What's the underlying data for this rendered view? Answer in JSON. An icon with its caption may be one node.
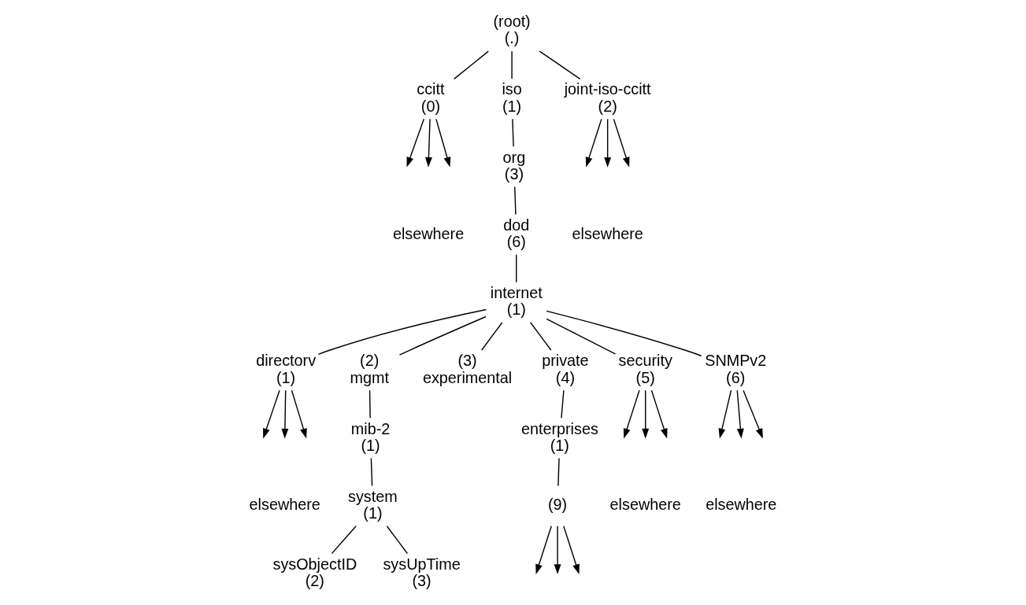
{
  "diagram": {
    "nodes": [
      {
        "text": [
          "(root)",
          "(.)"
        ]
      },
      {
        "text": [
          "ccitt",
          "(0)"
        ]
      },
      {
        "text": [
          "iso",
          "(1)"
        ]
      },
      {
        "text": [
          "joint-iso-ccitt",
          "(2)"
        ]
      },
      {
        "text": [
          "org",
          "(3)"
        ]
      },
      {
        "text": [
          "dod",
          "(6)"
        ]
      },
      {
        "text": [
          "internet",
          "(1)"
        ]
      },
      {
        "text": [
          "directorv",
          "(1)"
        ]
      },
      {
        "text": [
          "(2)",
          "mgmt"
        ]
      },
      {
        "text": [
          "(3)",
          "experimental"
        ]
      },
      {
        "text": [
          "private",
          "(4)"
        ]
      },
      {
        "text": [
          "security",
          "(5)"
        ]
      },
      {
        "text": [
          "SNMPv2",
          "(6)"
        ]
      },
      {
        "text": [
          "mib-2",
          "(1)"
        ]
      },
      {
        "text": [
          "enterprises",
          "(1)"
        ]
      },
      {
        "text": [
          "system",
          "(1)"
        ]
      },
      {
        "text": [
          "(9)"
        ]
      },
      {
        "text": [
          "sysObjectID",
          "(2)"
        ]
      },
      {
        "text": [
          "sysUpTime",
          "(3)"
        ]
      }
    ],
    "edges": [
      {
        "from": 0,
        "to": 1,
        "arrow": "none"
      },
      {
        "from": 0,
        "to": 2,
        "arrow": "none"
      },
      {
        "from": 0,
        "to": 3,
        "arrow": "none"
      },
      {
        "from": 1,
        "to": null,
        "arrow": "to"
      },
      {
        "from": 1,
        "to": null,
        "arrow": "to"
      },
      {
        "from": 1,
        "to": null,
        "arrow": "to"
      },
      {
        "from": 2,
        "to": 4,
        "arrow": "none"
      },
      {
        "from": 3,
        "to": null,
        "arrow": "to"
      },
      {
        "from": 3,
        "to": null,
        "arrow": "to"
      },
      {
        "from": 3,
        "to": null,
        "arrow": "to"
      },
      {
        "from": 4,
        "to": 5,
        "arrow": "none"
      },
      {
        "from": 5,
        "to": 6,
        "arrow": "none"
      },
      {
        "from": 6,
        "to": 7,
        "arrow": "none"
      },
      {
        "from": 6,
        "to": 8,
        "arrow": "none"
      },
      {
        "from": 6,
        "to": 9,
        "arrow": "none"
      },
      {
        "from": 6,
        "to": 10,
        "arrow": "none"
      },
      {
        "from": 6,
        "to": 11,
        "arrow": "none"
      },
      {
        "from": 6,
        "to": 12,
        "arrow": "none"
      },
      {
        "from": 7,
        "to": null,
        "arrow": "to"
      },
      {
        "from": 7,
        "to": null,
        "arrow": "to"
      },
      {
        "from": 7,
        "to": null,
        "arrow": "to"
      },
      {
        "from": 8,
        "to": 13,
        "arrow": "none"
      },
      {
        "from": 10,
        "to": 14,
        "arrow": "none"
      },
      {
        "from": 11,
        "to": null,
        "arrow": "to"
      },
      {
        "from": 11,
        "to": null,
        "arrow": "to"
      },
      {
        "from": 11,
        "to": null,
        "arrow": "to"
      },
      {
        "from": 12,
        "to": null,
        "arrow": "to"
      },
      {
        "from": 12,
        "to": null,
        "arrow": "to"
      },
      {
        "from": 12,
        "to": null,
        "arrow": "to"
      },
      {
        "from": 13,
        "to": 15,
        "arrow": "none"
      },
      {
        "from": 14,
        "to": 16,
        "arrow": "none"
      },
      {
        "from": 15,
        "to": 17,
        "arrow": "none"
      },
      {
        "from": 15,
        "to": 18,
        "arrow": "none"
      },
      {
        "from": 16,
        "to": null,
        "arrow": "to"
      },
      {
        "from": 16,
        "to": null,
        "arrow": "to"
      },
      {
        "from": 16,
        "to": null,
        "arrow": "to"
      }
    ],
    "labels": [
      "elsewhere",
      "elsewhere",
      "elsewhere",
      "elsewhere",
      "elsewhere"
    ]
  }
}
